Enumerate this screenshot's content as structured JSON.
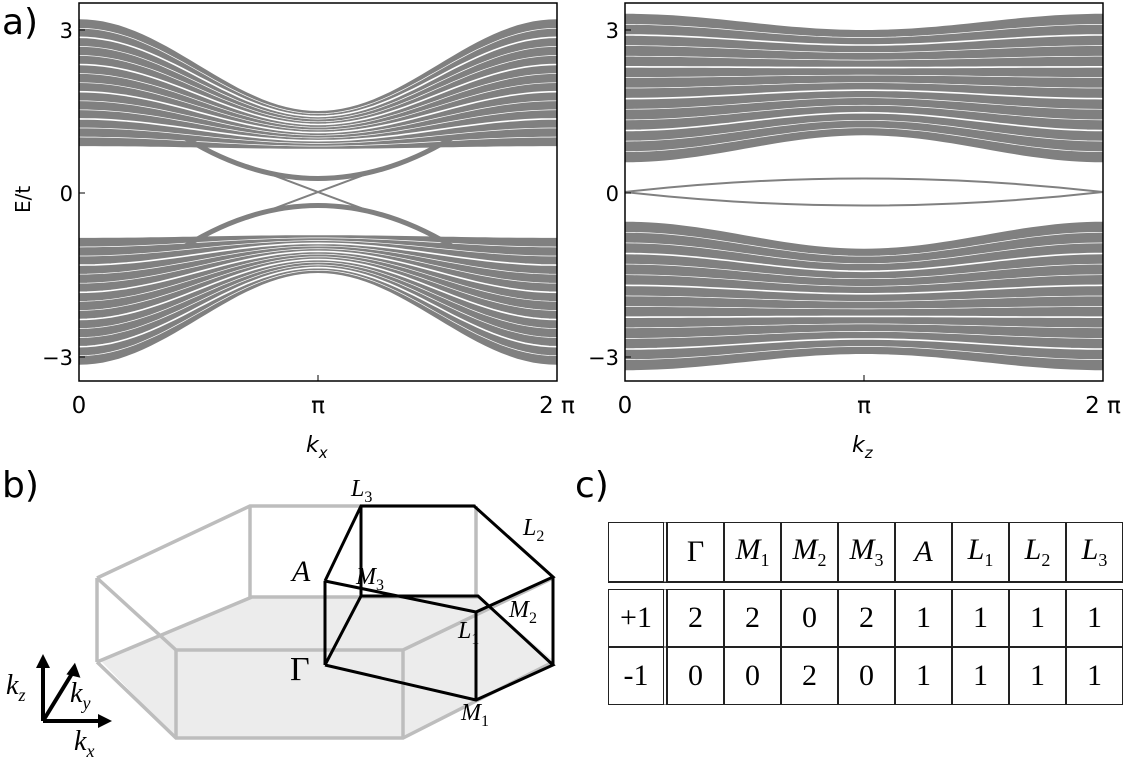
{
  "panel_a": {
    "label": "a)",
    "ylabel": "E/t",
    "left": {
      "xlabel": "k",
      "xlabel_sub": "x",
      "xticks": [
        "0",
        "π",
        "2 π"
      ],
      "yticks": [
        "3",
        "0",
        "−3"
      ]
    },
    "right": {
      "xlabel": "k",
      "xlabel_sub": "z",
      "xticks": [
        "0",
        "π",
        "2 π"
      ],
      "yticks": [
        "3",
        "0",
        "−3"
      ]
    }
  },
  "chart_data": [
    {
      "type": "line",
      "title": "",
      "xlabel": "k_x",
      "ylabel": "E/t",
      "xlim": [
        0,
        6.2832
      ],
      "ylim": [
        -3.5,
        3.5
      ],
      "x_ticks": [
        "0",
        "π",
        "2 π"
      ],
      "y_ticks": [
        -3,
        0,
        3
      ],
      "series_color": "#808080",
      "bands": {
        "upper_outer_edge_at_0": 3.2,
        "upper_outer_edge_at_pi": 1.5,
        "upper_inner_edge_at_0": 0.85,
        "upper_inner_edge_at_pi": 0.8,
        "lower_bulk_mirror": true
      },
      "surface_bands": [
        {
          "name": "",
          "x": [
            1.4,
            3.1416,
            4.9
          ],
          "y": [
            1.0,
            0.25,
            1.0
          ]
        },
        {
          "name": "",
          "x": [
            1.4,
            3.1416,
            4.9
          ],
          "y": [
            -1.0,
            -0.25,
            -1.0
          ]
        },
        {
          "name": "",
          "x": [
            2.2,
            3.1416,
            4.1
          ],
          "y": [
            0.5,
            0.0,
            -0.5
          ]
        },
        {
          "name": "",
          "x": [
            2.2,
            3.1416,
            4.1
          ],
          "y": [
            -0.5,
            0.0,
            0.5
          ]
        }
      ]
    },
    {
      "type": "line",
      "title": "",
      "xlabel": "k_z",
      "ylabel": "E/t",
      "xlim": [
        0,
        6.2832
      ],
      "ylim": [
        -3.5,
        3.5
      ],
      "x_ticks": [
        "0",
        "π",
        "2 π"
      ],
      "y_ticks": [
        -3,
        0,
        3
      ],
      "series_color": "#808080",
      "bands": {
        "upper_outer_edge_at_0": 3.3,
        "upper_outer_edge_at_pi": 3.0,
        "upper_inner_edge_at_0": 0.55,
        "upper_inner_edge_at_pi": 1.05,
        "lower_bulk_mirror": true
      },
      "surface_bands": [
        {
          "name": "",
          "x": [
            0,
            3.1416,
            6.2832
          ],
          "y": [
            0.0,
            0.25,
            0.0
          ]
        },
        {
          "name": "",
          "x": [
            0,
            3.1416,
            6.2832
          ],
          "y": [
            0.0,
            -0.25,
            0.0
          ]
        }
      ]
    }
  ],
  "panel_b": {
    "label": "b)",
    "points": {
      "L3": {
        "main": "L",
        "sub": "3"
      },
      "L2": {
        "main": "L",
        "sub": "2"
      },
      "L1": {
        "main": "L",
        "sub": "1"
      },
      "A": {
        "main": "A",
        "sub": ""
      },
      "M3": {
        "main": "M",
        "sub": "3"
      },
      "M2": {
        "main": "M",
        "sub": "2"
      },
      "M1": {
        "main": "M",
        "sub": "1"
      },
      "Gamma": {
        "main": "Γ",
        "sub": ""
      }
    },
    "axes": {
      "kz": {
        "main": "k",
        "sub": "z"
      },
      "ky": {
        "main": "k",
        "sub": "y"
      },
      "kx": {
        "main": "k",
        "sub": "x"
      }
    }
  },
  "panel_c": {
    "label": "c)",
    "columns": [
      {
        "main": "Γ",
        "sub": "",
        "italic": false
      },
      {
        "main": "M",
        "sub": "1",
        "italic": true
      },
      {
        "main": "M",
        "sub": "2",
        "italic": true
      },
      {
        "main": "M",
        "sub": "3",
        "italic": true
      },
      {
        "main": "A",
        "sub": "",
        "italic": true
      },
      {
        "main": "L",
        "sub": "1",
        "italic": true
      },
      {
        "main": "L",
        "sub": "2",
        "italic": true
      },
      {
        "main": "L",
        "sub": "3",
        "italic": true
      }
    ],
    "rows": [
      {
        "label": "+1",
        "values": [
          "2",
          "2",
          "0",
          "2",
          "1",
          "1",
          "1",
          "1"
        ]
      },
      {
        "label": "-1",
        "values": [
          "0",
          "0",
          "2",
          "0",
          "1",
          "1",
          "1",
          "1"
        ]
      }
    ]
  }
}
